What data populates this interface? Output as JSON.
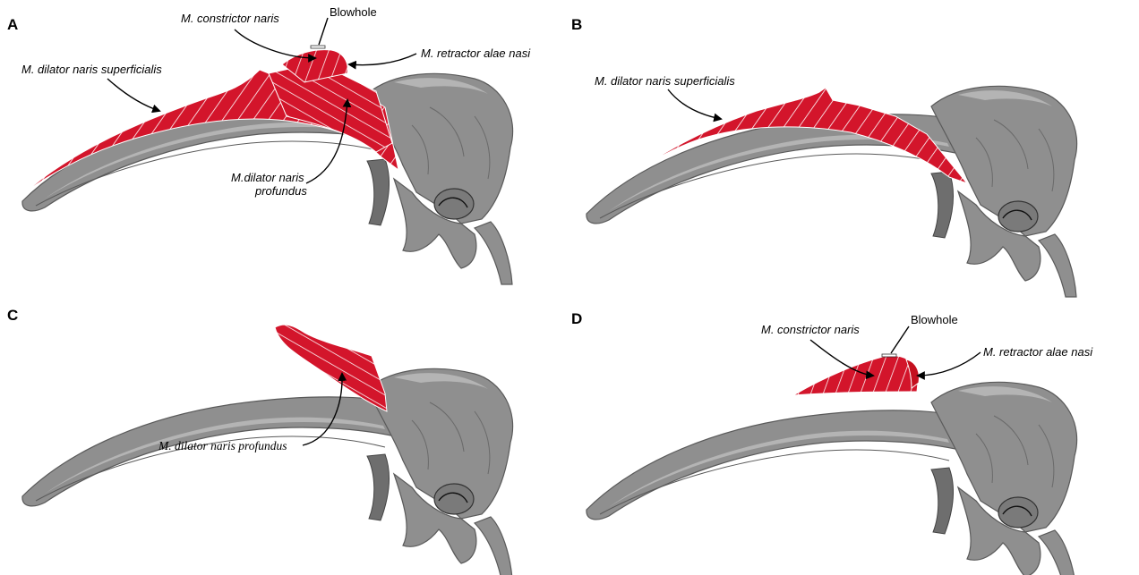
{
  "panels": [
    {
      "letter": "A",
      "labels": {
        "constrictor": "M. constrictor naris",
        "blowhole": "Blowhole",
        "retractor": "M. retractor alae nasi",
        "dilator_superficialis": "M. dilator naris superficialis",
        "dilator_profundus_line1": "M.dilator naris",
        "dilator_profundus_line2": "profundus"
      }
    },
    {
      "letter": "B",
      "labels": {
        "dilator_superficialis": "M. dilator naris superficialis"
      }
    },
    {
      "letter": "C",
      "labels": {
        "dilator_profundus": "M. dilator naris profundus"
      }
    },
    {
      "letter": "D",
      "labels": {
        "constrictor": "M. constrictor naris",
        "blowhole": "Blowhole",
        "retractor": "M. retractor alae nasi"
      }
    }
  ],
  "colors": {
    "muscle": "#d3152b",
    "bone": "#8f8f8f",
    "hatch": "#ffffff"
  }
}
